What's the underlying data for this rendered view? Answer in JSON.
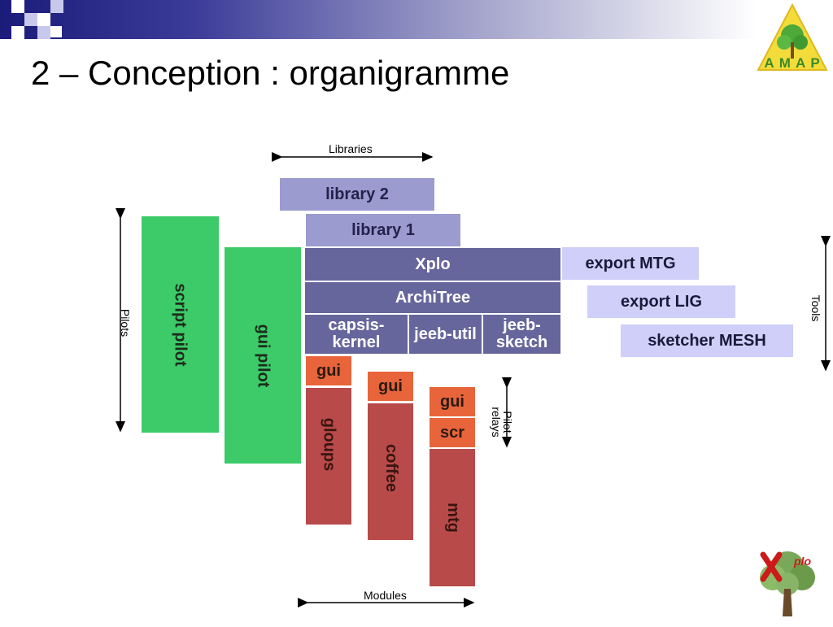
{
  "slide": {
    "title": "2 – Conception : organigramme"
  },
  "logos": {
    "amap_text": "A M A P",
    "xplo_text": "plo"
  },
  "labels": {
    "libraries": "Libraries",
    "pilots": "Pilots",
    "tools": "Tools",
    "pilot_relays": "Pilot relays",
    "modules": "Modules"
  },
  "libraries": {
    "library2": "library 2",
    "library1": "library 1"
  },
  "core": {
    "xplo": "Xplo",
    "architree": "ArchiTree",
    "capsis_kernel": "capsis-kernel",
    "jeeb_util": "jeeb-util",
    "jeeb_sketch": "jeeb-sketch"
  },
  "tools": {
    "export_mtg": "export MTG",
    "export_lig": "export LIG",
    "sketcher_mesh": "sketcher MESH"
  },
  "pilots": {
    "script_pilot": "script pilot",
    "gui_pilot": "gui pilot"
  },
  "modules": {
    "gui1": "gui",
    "gloups": "gloups",
    "gui2": "gui",
    "coffee": "coffee",
    "gui3": "gui",
    "scr": "scr",
    "mtg": "mtg"
  },
  "colors": {
    "library": "#9b9bd0",
    "core": "#66669c",
    "tool": "#cfcffa",
    "pilot": "#3ccb68",
    "relay": "#e8643a",
    "module": "#b84a4a"
  }
}
